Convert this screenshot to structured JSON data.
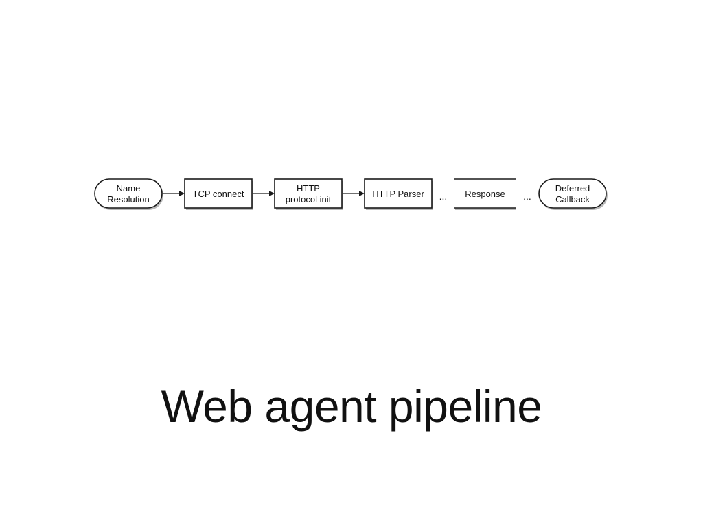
{
  "slide": {
    "title": "Web agent pipeline"
  },
  "pipeline": {
    "nodes": [
      {
        "id": "name-resolution",
        "shape": "terminal",
        "lines": [
          "Name",
          "Resolution"
        ]
      },
      {
        "id": "tcp-connect",
        "shape": "process",
        "lines": [
          "TCP connect"
        ]
      },
      {
        "id": "http-protocol-init",
        "shape": "process",
        "lines": [
          "HTTP",
          "protocol init"
        ]
      },
      {
        "id": "http-parser",
        "shape": "process",
        "lines": [
          "HTTP Parser"
        ]
      },
      {
        "id": "response",
        "shape": "open-box",
        "lines": [
          "Response"
        ]
      },
      {
        "id": "deferred-callback",
        "shape": "terminal",
        "lines": [
          "Deferred",
          "Callback"
        ]
      }
    ],
    "connectors": [
      {
        "from": "name-resolution",
        "to": "tcp-connect",
        "kind": "arrow"
      },
      {
        "from": "tcp-connect",
        "to": "http-protocol-init",
        "kind": "arrow"
      },
      {
        "from": "http-protocol-init",
        "to": "http-parser",
        "kind": "arrow"
      },
      {
        "from": "http-parser",
        "to": "response",
        "kind": "ellipsis",
        "text": "..."
      },
      {
        "from": "response",
        "to": "deferred-callback",
        "kind": "ellipsis",
        "text": "..."
      }
    ]
  }
}
